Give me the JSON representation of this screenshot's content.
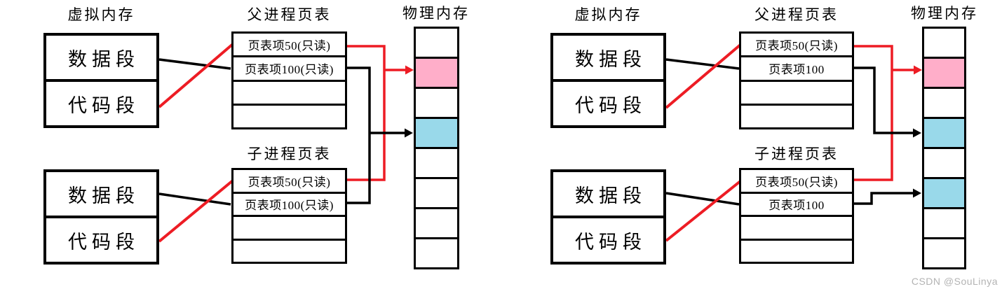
{
  "colors": {
    "white": "#FFFFFF",
    "pink": "#FFAEC9",
    "blue": "#99D9EA",
    "red": "#ED1C24",
    "black": "#000000"
  },
  "watermark": "CSDN @SouLinya",
  "diagrams": [
    {
      "virtual_memory_title": "虚拟内存",
      "parent_table_title": "父进程页表",
      "child_table_title": "子进程页表",
      "physical_memory_title": "物理内存",
      "top_segments": [
        "数据段",
        "代码段"
      ],
      "bottom_segments": [
        "数据段",
        "代码段"
      ],
      "parent_rows": [
        "页表项50(只读)",
        "页表项100(只读)",
        "",
        ""
      ],
      "child_rows": [
        "页表项50(只读)",
        "页表项100(只读)",
        "",
        ""
      ],
      "memory_cells": [
        "white",
        "pink",
        "white",
        "blue",
        "white",
        "white",
        "white",
        "white"
      ]
    },
    {
      "virtual_memory_title": "虚拟内存",
      "parent_table_title": "父进程页表",
      "child_table_title": "子进程页表",
      "physical_memory_title": "物理内存",
      "top_segments": [
        "数据段",
        "代码段"
      ],
      "bottom_segments": [
        "数据段",
        "代码段"
      ],
      "parent_rows": [
        "页表项50(只读)",
        "页表项100",
        "",
        ""
      ],
      "child_rows": [
        "页表项50(只读)",
        "页表项100",
        "",
        ""
      ],
      "memory_cells": [
        "white",
        "pink",
        "white",
        "blue",
        "white",
        "blue",
        "white",
        "white"
      ]
    }
  ]
}
